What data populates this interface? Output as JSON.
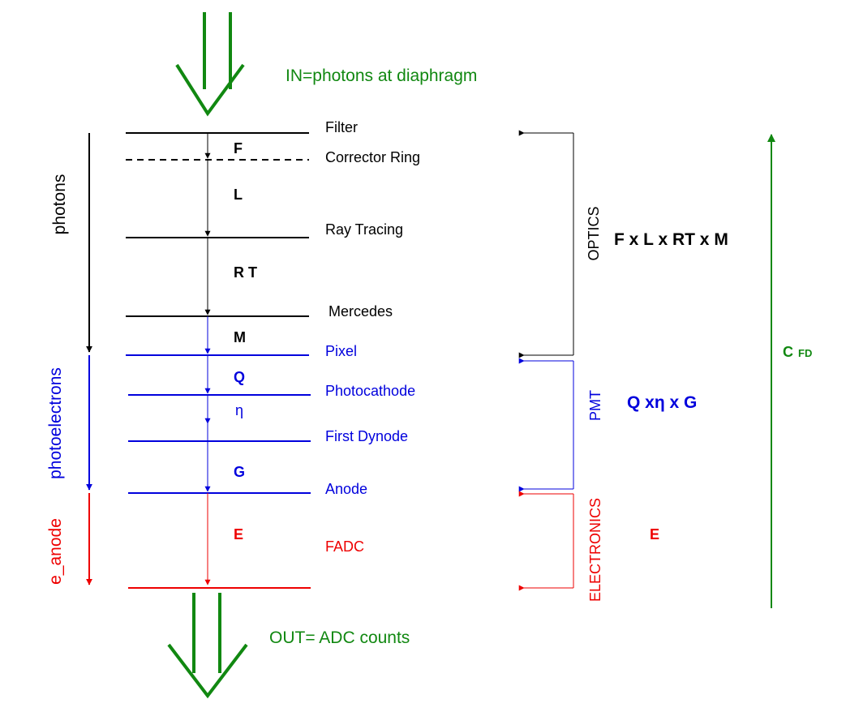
{
  "colors": {
    "black": "#000000",
    "blue": "#0000dd",
    "red": "#ee0000",
    "green": "#118811"
  },
  "input_label": "IN=photons at diaphragm",
  "output_label": "OUT= ADC counts",
  "stages": {
    "filter": "Filter",
    "corrector_ring": "Corrector Ring",
    "ray_tracing": "Ray Tracing",
    "mercedes": "Mercedes",
    "pixel": "Pixel",
    "photocathode": "Photocathode",
    "first_dynode": "First Dynode",
    "anode": "Anode",
    "fadc": "FADC"
  },
  "factors": {
    "f": "F",
    "l": "L",
    "rt": "R T",
    "m": "M",
    "q": "Q",
    "eta": "η",
    "g": "G",
    "e": "E"
  },
  "left_labels": {
    "photons": "photons",
    "photoelectrons": "photoelectrons",
    "e_anode": "e_anode"
  },
  "groups": {
    "optics": "OPTICS",
    "pmt": "PMT",
    "electronics": "ELECTRONICS"
  },
  "formulas": {
    "optics": "F x L x RT x M",
    "pmt": "Q xη x  G",
    "electronics": "E"
  },
  "total": {
    "c": "C",
    "sub": "FD"
  }
}
